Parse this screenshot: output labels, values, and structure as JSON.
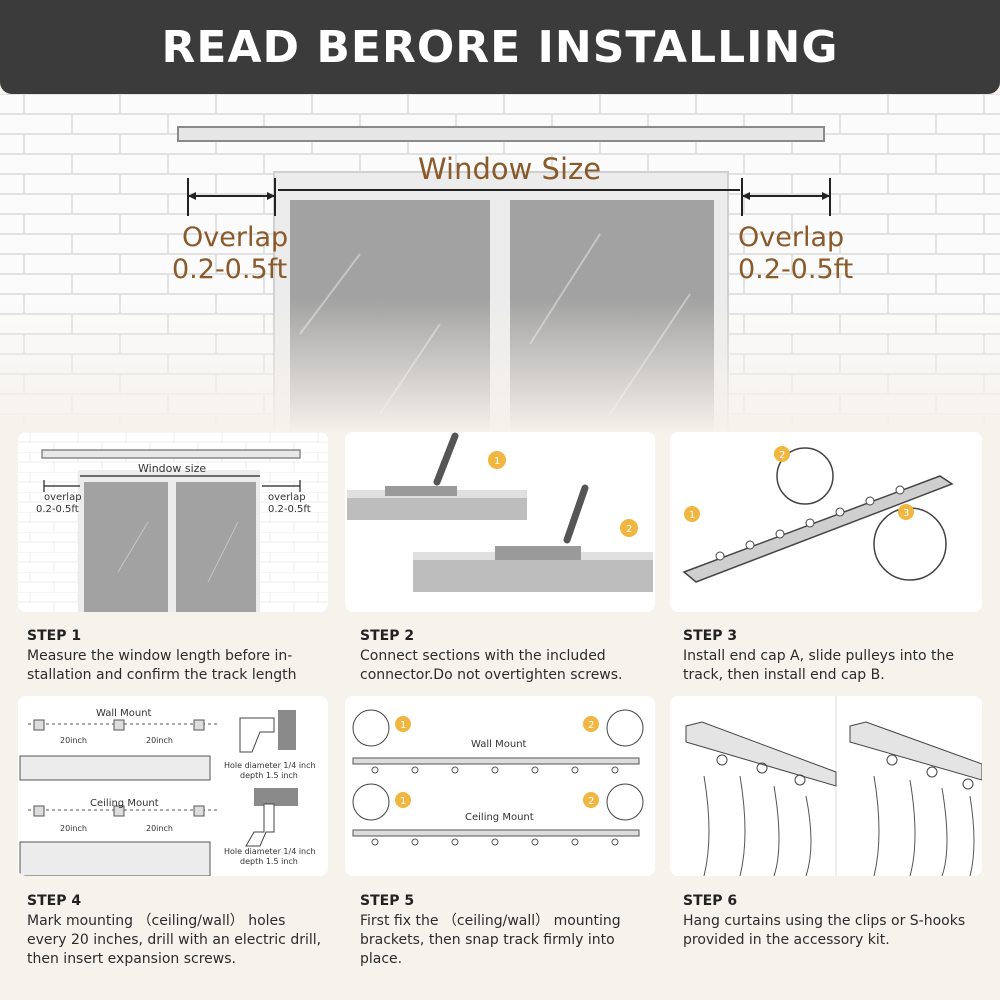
{
  "banner": {
    "title": "READ BERORE INSTALLING"
  },
  "hero": {
    "window_size_label": "Window Size",
    "overlap_left": {
      "line1": "Overlap",
      "line2": "0.2-0.5ft"
    },
    "overlap_right": {
      "line1": "Overlap",
      "line2": "0.2-0.5ft"
    }
  },
  "steps": [
    {
      "title": "STEP 1",
      "desc_lines": [
        "Measure the window length before in-",
        "stallation and confirm the track length"
      ],
      "labels": {
        "window": "Window size",
        "overlap": "overlap",
        "overlap_range": "0.2-0.5ft"
      }
    },
    {
      "title": "STEP 2",
      "desc_lines": [
        "Connect sections with the included",
        "connector.Do not overtighten screws."
      ],
      "labels": {
        "n1": "1",
        "n2": "2"
      }
    },
    {
      "title": "STEP 3",
      "desc_lines": [
        "Install end cap A, slide pulleys into the",
        "track, then install end cap B."
      ],
      "labels": {
        "n1": "1",
        "n2": "2",
        "n3": "3"
      }
    },
    {
      "title": "STEP 4",
      "desc_lines": [
        "Mark mounting （ceiling/wall） holes",
        "every 20 inches, drill with an electric drill,",
        "then insert expansion screws."
      ],
      "labels": {
        "wall": "Wall Mount",
        "ceiling": "Ceiling Mount",
        "spacing": "20inch",
        "hole1": "Hole diameter 1/4 inch",
        "hole2": "depth 1.5 inch"
      }
    },
    {
      "title": "STEP 5",
      "desc_lines": [
        "First fix the （ceiling/wall） mounting",
        "brackets, then snap track firmly into",
        "place."
      ],
      "labels": {
        "wall": "Wall Mount",
        "ceiling": "Ceiling Mount",
        "n1": "1",
        "n2": "2"
      }
    },
    {
      "title": "STEP 6",
      "desc_lines": [
        "Hang curtains using the clips or S-hooks",
        "provided in the accessory kit."
      ],
      "labels": {}
    }
  ],
  "colors": {
    "accent": "#8a5a2b",
    "banner": "#3b3b3b",
    "badge": "#f0b640"
  }
}
